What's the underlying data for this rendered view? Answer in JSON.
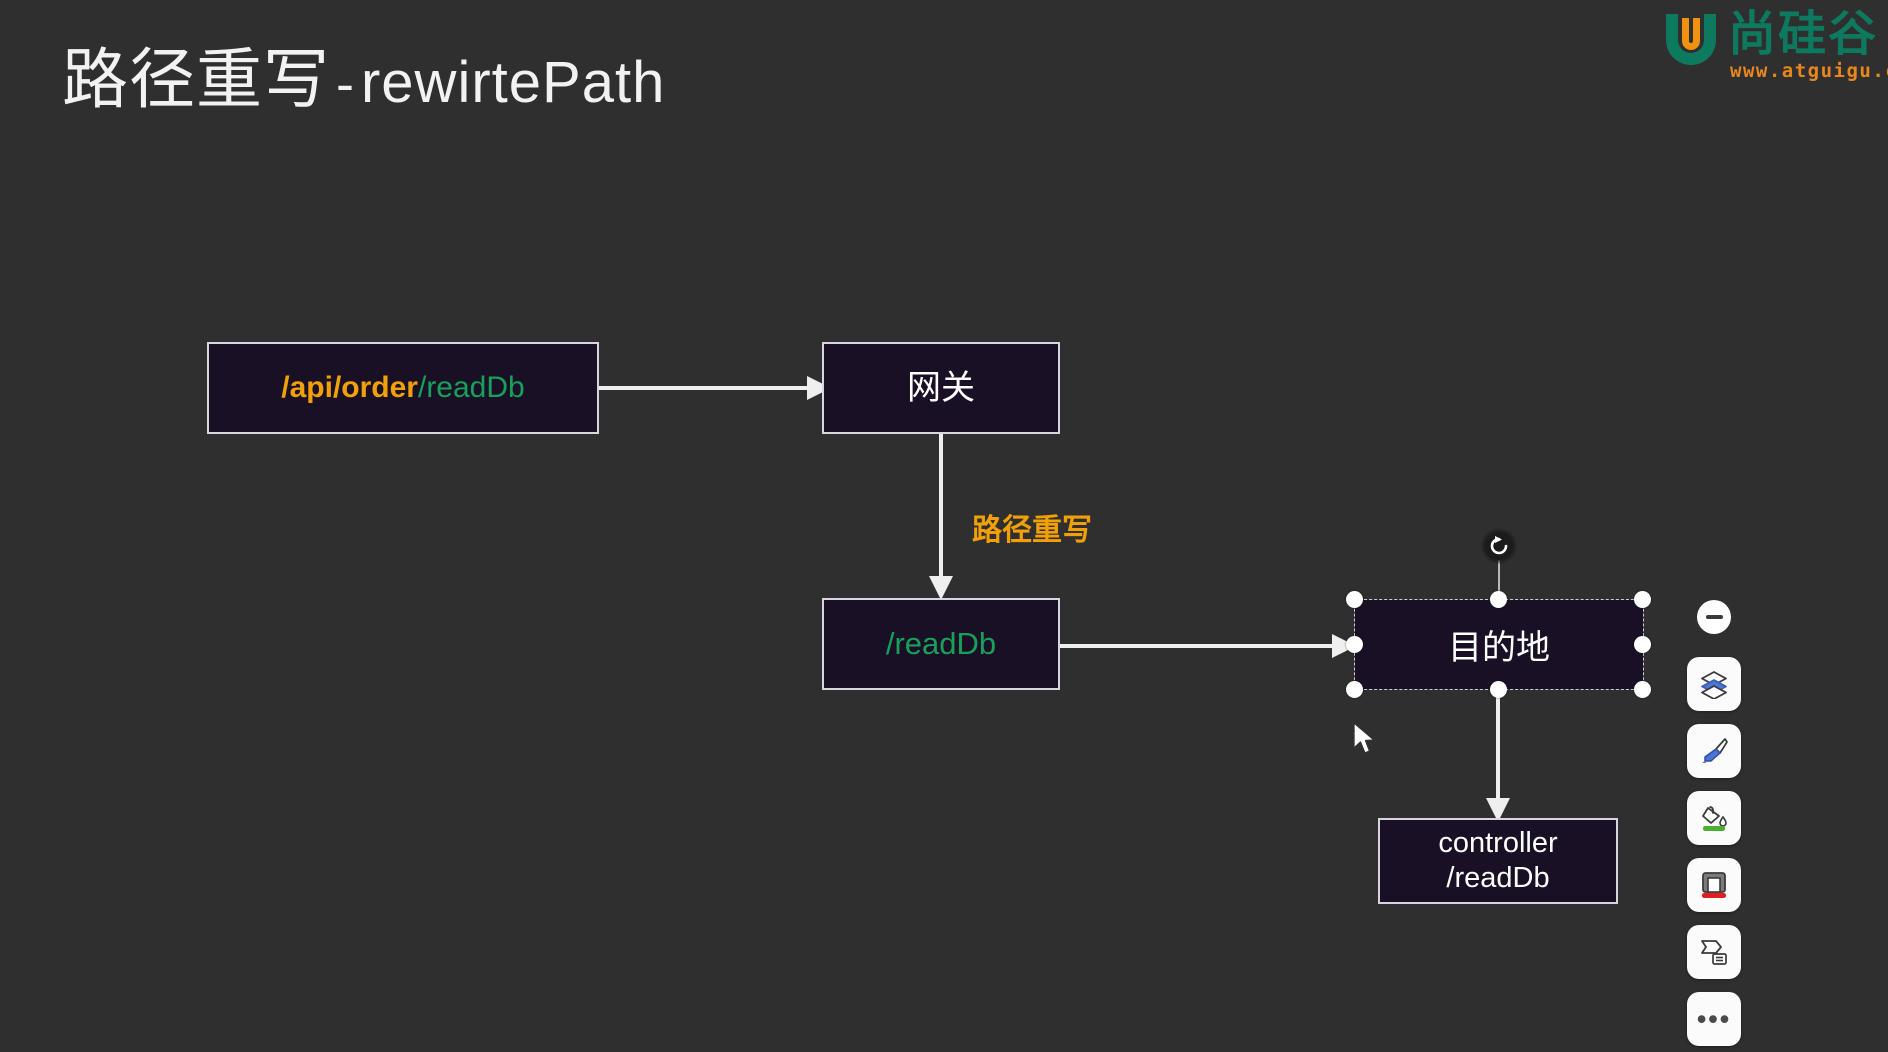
{
  "slide": {
    "title_cn": "路径重写",
    "title_dash": "-",
    "title_en": "rewirtePath"
  },
  "logo": {
    "name": "尚硅谷",
    "url": "www.atguigu.com",
    "mark_letter": "U",
    "ring_color": "#0d7a5f",
    "letter_color": "#f0920f",
    "url_color": "#e8871e"
  },
  "diagram": {
    "nodes": {
      "request": {
        "prefix": "/api/order",
        "suffix": "/readDb",
        "prefix_color": "#f2a007",
        "suffix_color": "#17a05b"
      },
      "gateway": {
        "label": "网关"
      },
      "readdb": {
        "label": "/readDb",
        "color": "#18a05a"
      },
      "destination": {
        "label": "目的地",
        "selected": true
      },
      "controller": {
        "line1": "controller",
        "line2": "/readDb"
      }
    },
    "edges": [
      {
        "name": "request-to-gateway",
        "label": ""
      },
      {
        "name": "gateway-to-readdb",
        "label": "路径重写",
        "label_color": "#f2a007"
      },
      {
        "name": "readdb-to-destination",
        "label": ""
      },
      {
        "name": "destination-to-controller",
        "label": ""
      }
    ],
    "box_fill": "#1a1026",
    "box_border": "#d9d5de",
    "canvas_background": "#2f2f2f"
  },
  "toolbar": {
    "collapse_label": "collapse-toolbar",
    "buttons": [
      {
        "name": "layers-icon",
        "title": "图层"
      },
      {
        "name": "brush-icon",
        "title": "画笔"
      },
      {
        "name": "fill-bucket-icon",
        "title": "填充"
      },
      {
        "name": "frame-border-icon",
        "title": "边框"
      },
      {
        "name": "shape-text-icon",
        "title": "形状文本"
      },
      {
        "name": "more-icon",
        "title": "更多",
        "glyph": "•••"
      }
    ]
  }
}
